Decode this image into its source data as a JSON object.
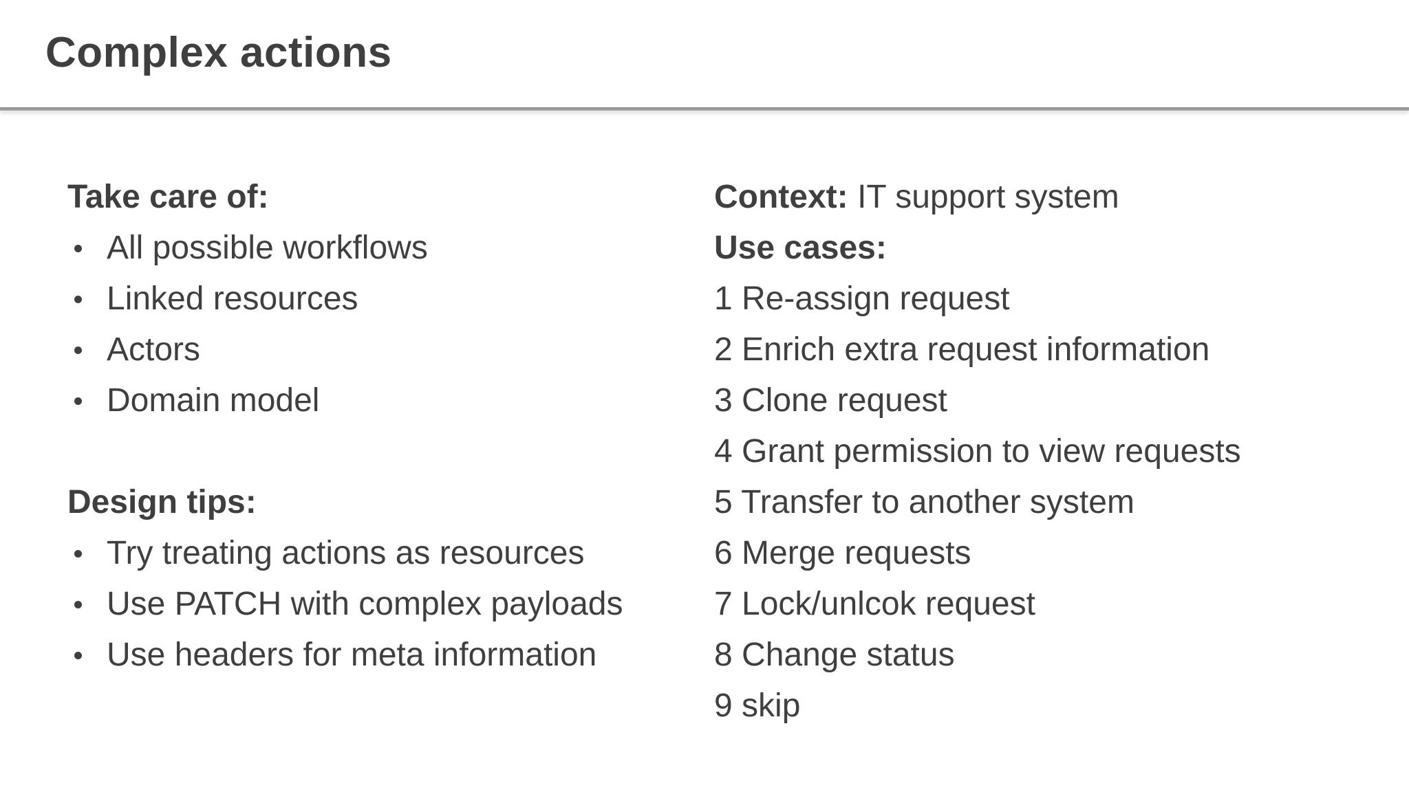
{
  "slide": {
    "title": "Complex actions",
    "left_column": {
      "sections": [
        {
          "heading": "Take care of:",
          "items": [
            "All possible workflows",
            "Linked resources",
            "Actors",
            "Domain model"
          ]
        },
        {
          "heading": "Design tips:",
          "items": [
            "Try treating actions as resources",
            "Use PATCH with complex payloads",
            "Use headers for meta information"
          ]
        }
      ]
    },
    "right_column": {
      "context_label": "Context:",
      "context_value": "IT support system",
      "use_cases_heading": "Use cases:",
      "use_cases": [
        "1 Re-assign request",
        "2 Enrich extra request information",
        "3 Clone request",
        "4 Grant permission to view requests",
        "5 Transfer to another system",
        "6 Merge requests",
        "7 Lock/unlcok request",
        "8 Change status",
        "9 skip"
      ]
    },
    "colors": {
      "text": "#3f3f3f",
      "divider": "#9b9b9b",
      "background": "#ffffff"
    }
  }
}
